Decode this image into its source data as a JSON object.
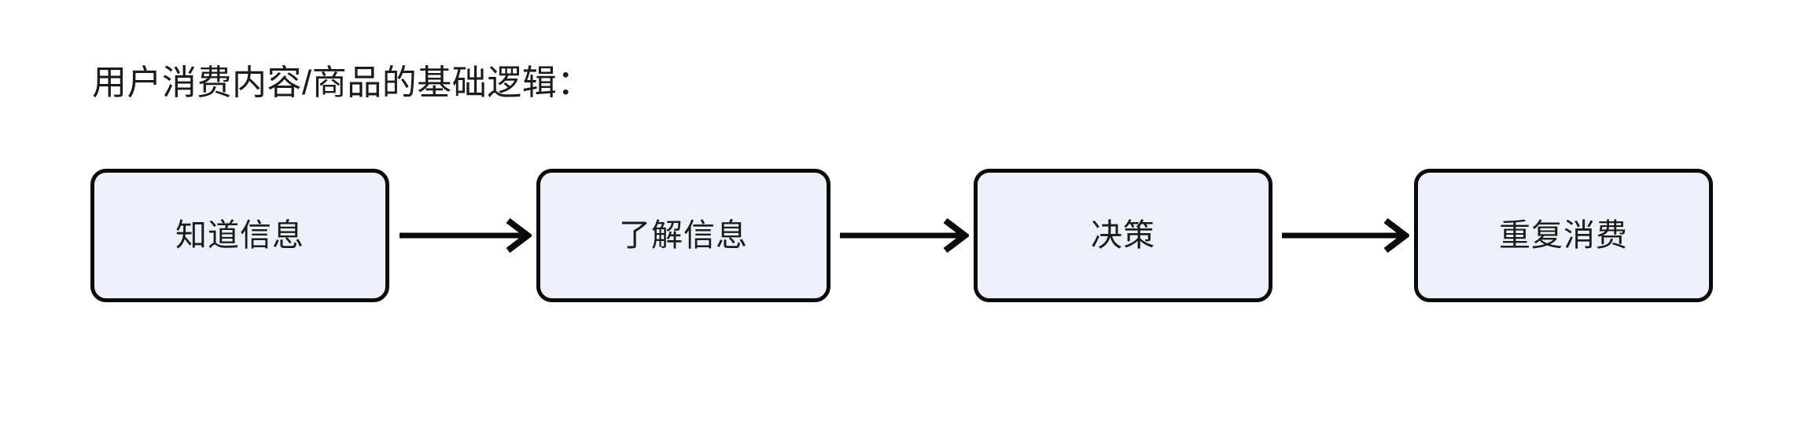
{
  "page": {
    "background_color": "#ffffff",
    "title": "用户消费内容/商品的基础逻辑："
  },
  "diagram": {
    "type": "flow",
    "orientation": "horizontal",
    "node_fill_color": "#eef1fa",
    "node_border_color": "#0a0a0a",
    "text_color": "#1b1b1b",
    "nodes": [
      {
        "id": "node-1",
        "label": "知道信息"
      },
      {
        "id": "node-2",
        "label": "了解信息"
      },
      {
        "id": "node-3",
        "label": "决策"
      },
      {
        "id": "node-4",
        "label": "重复消费"
      }
    ],
    "connectors": [
      {
        "id": "arrow-1",
        "from": "node-1",
        "to": "node-2",
        "icon": "arrow-right-icon"
      },
      {
        "id": "arrow-2",
        "from": "node-2",
        "to": "node-3",
        "icon": "arrow-right-icon"
      },
      {
        "id": "arrow-3",
        "from": "node-3",
        "to": "node-4",
        "icon": "arrow-right-icon"
      }
    ]
  }
}
